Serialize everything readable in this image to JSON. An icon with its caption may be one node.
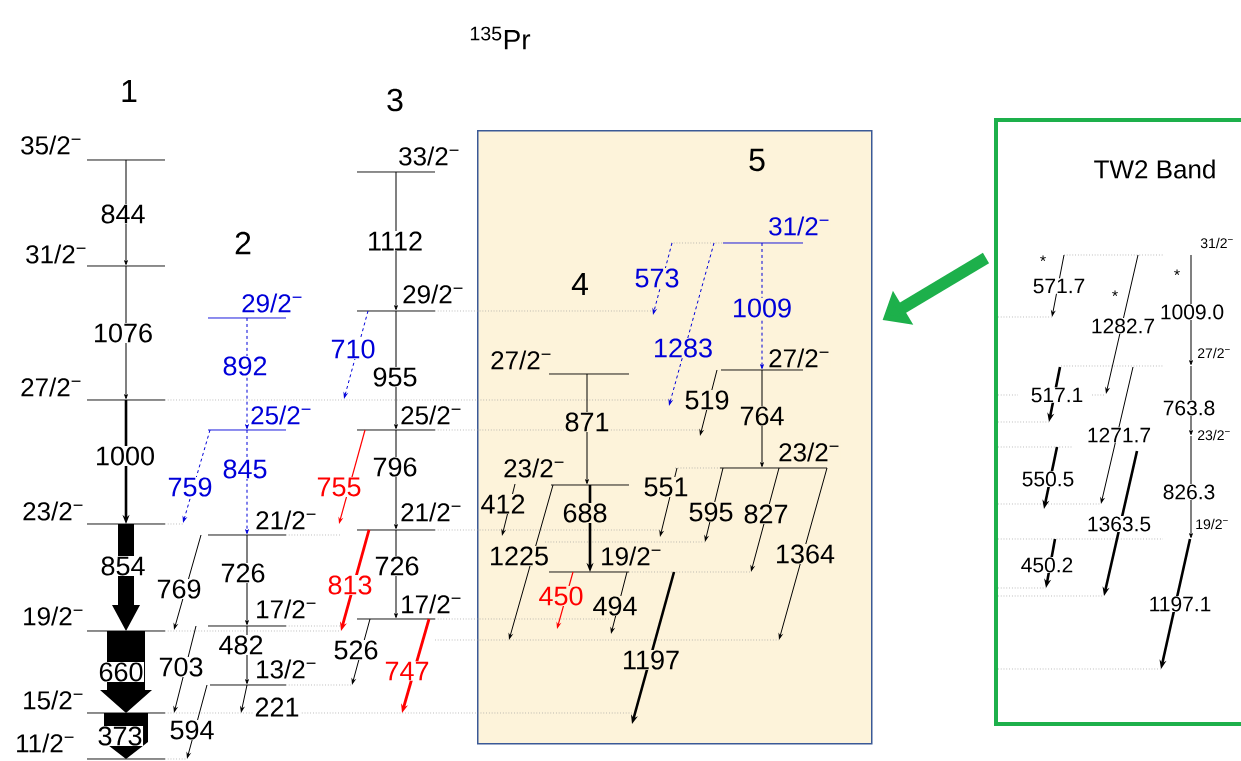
{
  "diagram": {
    "title": "$^{135}$Pr",
    "nodes": [
      {
        "text": [],
        "shape": "box"
      },
      {
        "text": [
          "TW2 Band"
        ]
      }
    ],
    "edges": [
      {
        "from": 1,
        "to": 0,
        "arrow": "to",
        "color": "#1db04b"
      }
    ],
    "labels": [
      "1",
      "3",
      "35/2$^{−}$",
      "33/2$^{−}$",
      "5",
      "844",
      "31/2$^{−}$",
      "1112",
      "2",
      "31/2$^{−}$",
      "573",
      "4",
      "29/2$^{−}$",
      "29/2$^{−}$",
      "1009",
      "1076",
      "1283",
      "710",
      "27/2$^{−}$",
      "27/2$^{−}$",
      "892",
      "955",
      "27/2$^{−}$",
      "519",
      "25/2$^{−}$",
      "25/2$^{−}$",
      "764",
      "871",
      "23/2$^{−}$",
      "1000",
      "796",
      "23/2$^{−}$",
      "845",
      "759",
      "755",
      "551",
      "412",
      "23/2$^{−}$",
      "21/2$^{−}$",
      "688",
      "595",
      "827",
      "21/2$^{−}$",
      "1364",
      "1225",
      "19/2$^{−}$",
      "854",
      "726",
      "726",
      "813",
      "769",
      "450",
      "17/2$^{−}$",
      "494",
      "17/2$^{−}$",
      "19/2$^{−}$",
      "482",
      "526",
      "1197",
      "703",
      "13/2$^{−}$",
      "747",
      "660",
      "15/2$^{−}$",
      "221",
      "594",
      "373",
      "11/2$^{−}$",
      "31/2$^{−}$",
      "*",
      "*",
      "571.7",
      "*",
      "1009.0",
      "1282.7",
      "27/2$^{−}$",
      "517.1",
      "763.8",
      "23/2$^{−}$",
      "1271.7",
      "550.5",
      "826.3",
      "19/2$^{−}$",
      "1363.5",
      "450.2",
      "1197.1"
    ]
  }
}
